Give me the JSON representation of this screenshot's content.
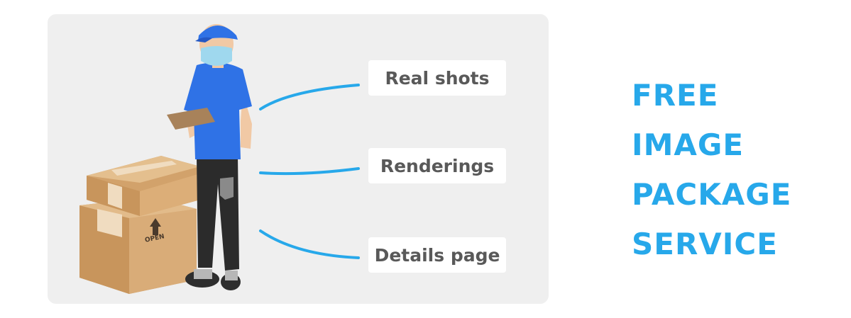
{
  "labels": {
    "real_shots": "Real shots",
    "renderings": "Renderings",
    "details_page": "Details page"
  },
  "box": {
    "stamp": "OPEN"
  },
  "headline": {
    "line1": "FREE",
    "line2": "IMAGE",
    "line3": "PACKAGE",
    "line4": "SERVICE"
  },
  "colors": {
    "accent": "#27a8ea",
    "panel": "#efefef",
    "label_text": "#595959",
    "shirt": "#2f72e6",
    "box": "#d4a56e"
  },
  "icons": [
    "courier-illustration",
    "cardboard-box",
    "up-arrow-icon",
    "face-mask-icon"
  ]
}
